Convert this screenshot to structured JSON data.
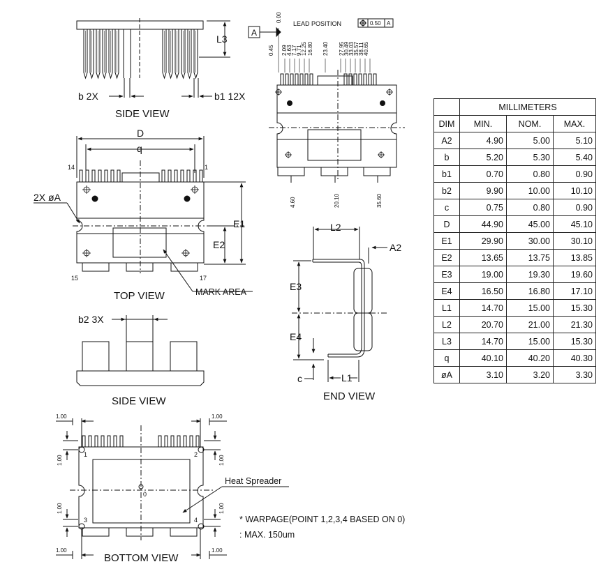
{
  "views": {
    "side_view_top": {
      "caption": "SIDE VIEW",
      "b2_label": "b 2X",
      "b1_label": "b1 12X",
      "l3_label": "L3"
    },
    "top_view": {
      "caption": "TOP VIEW",
      "d_label": "D",
      "q_label": "q",
      "hole_label": "2X øA",
      "e1_label": "E1",
      "e2_label": "E2",
      "pin14": "14",
      "pin1": "1",
      "pin15": "15",
      "pin17": "17",
      "mark_area_label": "MARK AREA"
    },
    "side_view_bottom": {
      "caption": "SIDE VIEW",
      "b2_label": "b2 3X"
    },
    "bottom_view": {
      "caption": "BOTTOM VIEW",
      "dim_100": "1.00",
      "point1": "1",
      "point2": "2",
      "point3": "3",
      "point4": "4",
      "point0": "0",
      "heat_label": "Heat Spreader"
    },
    "end_view": {
      "caption": "END VIEW",
      "l2_label": "L2",
      "a2_label": "A2",
      "e3_label": "E3",
      "e4_label": "E4",
      "c_label": "c",
      "l1_label": "L1"
    },
    "lead_view": {
      "datum": "A",
      "lead_position_label": "LEAD POSITION",
      "tolerance_value": "0.50",
      "tolerance_datum": "A",
      "top_dims": [
        "0.00",
        "0.45",
        "2.09",
        "4.63",
        "7.17",
        "9.71",
        "12.25",
        "16.80",
        "23.40",
        "27.95",
        "30.49",
        "33.03",
        "35.57",
        "38.11",
        "40.65"
      ],
      "bottom_dims": [
        "4.60",
        "20.10",
        "35.60"
      ]
    }
  },
  "warpage": {
    "line1": "* WARPAGE(POINT 1,2,3,4 BASED ON 0)",
    "line2": ": MAX. 150um"
  },
  "dim_table": {
    "header_group": "MILLIMETERS",
    "columns": [
      "DIM",
      "MIN.",
      "NOM.",
      "MAX."
    ],
    "rows": [
      [
        "A2",
        "4.90",
        "5.00",
        "5.10"
      ],
      [
        "b",
        "5.20",
        "5.30",
        "5.40"
      ],
      [
        "b1",
        "0.70",
        "0.80",
        "0.90"
      ],
      [
        "b2",
        "9.90",
        "10.00",
        "10.10"
      ],
      [
        "c",
        "0.75",
        "0.80",
        "0.90"
      ],
      [
        "D",
        "44.90",
        "45.00",
        "45.10"
      ],
      [
        "E1",
        "29.90",
        "30.00",
        "30.10"
      ],
      [
        "E2",
        "13.65",
        "13.75",
        "13.85"
      ],
      [
        "E3",
        "19.00",
        "19.30",
        "19.60"
      ],
      [
        "E4",
        "16.50",
        "16.80",
        "17.10"
      ],
      [
        "L1",
        "14.70",
        "15.00",
        "15.30"
      ],
      [
        "L2",
        "20.70",
        "21.00",
        "21.30"
      ],
      [
        "L3",
        "14.70",
        "15.00",
        "15.30"
      ],
      [
        "q",
        "40.10",
        "40.20",
        "40.30"
      ],
      [
        "øA",
        "3.10",
        "3.20",
        "3.30"
      ]
    ]
  }
}
